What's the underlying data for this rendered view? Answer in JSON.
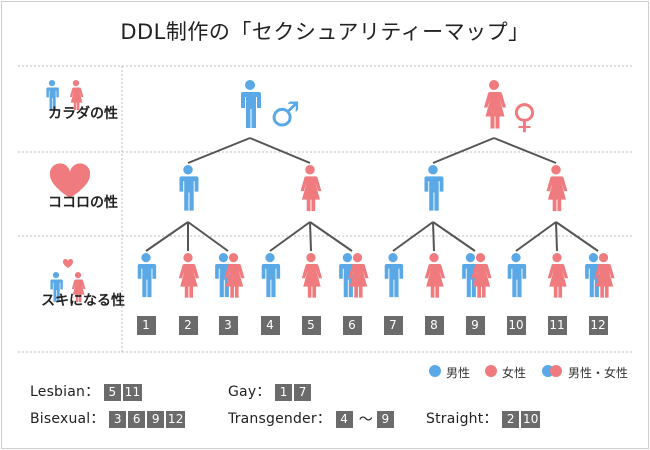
{
  "title": "DDL制作の「セクシュアリティーマップ」",
  "rows": [
    {
      "label": "カラダの性"
    },
    {
      "label": "ココロの性"
    },
    {
      "label": "スキになる性"
    }
  ],
  "colors": {
    "male": "#5aa9e6",
    "female": "#ef7b7f",
    "grid": "#bbbbbb",
    "box": "#6b6b6b"
  },
  "body_row": {
    "male_symbol": "♂",
    "female_symbol": "♀"
  },
  "numbers": [
    "1",
    "2",
    "3",
    "4",
    "5",
    "6",
    "7",
    "8",
    "9",
    "10",
    "11",
    "12"
  ],
  "legend": {
    "male": "男性",
    "female": "女性",
    "both": "男性・女性"
  },
  "categories": {
    "lesbian": {
      "label": "Lesbian：",
      "items": [
        "5",
        "11"
      ]
    },
    "gay": {
      "label": "Gay：",
      "items": [
        "1",
        "7"
      ]
    },
    "bisexual": {
      "label": "Bisexual：",
      "items": [
        "3",
        "6",
        "9",
        "12"
      ]
    },
    "transgender": {
      "label": "Transgender：",
      "from": "4",
      "sep": "〜",
      "to": "9"
    },
    "straight": {
      "label": "Straight：",
      "items": [
        "2",
        "10"
      ]
    }
  }
}
